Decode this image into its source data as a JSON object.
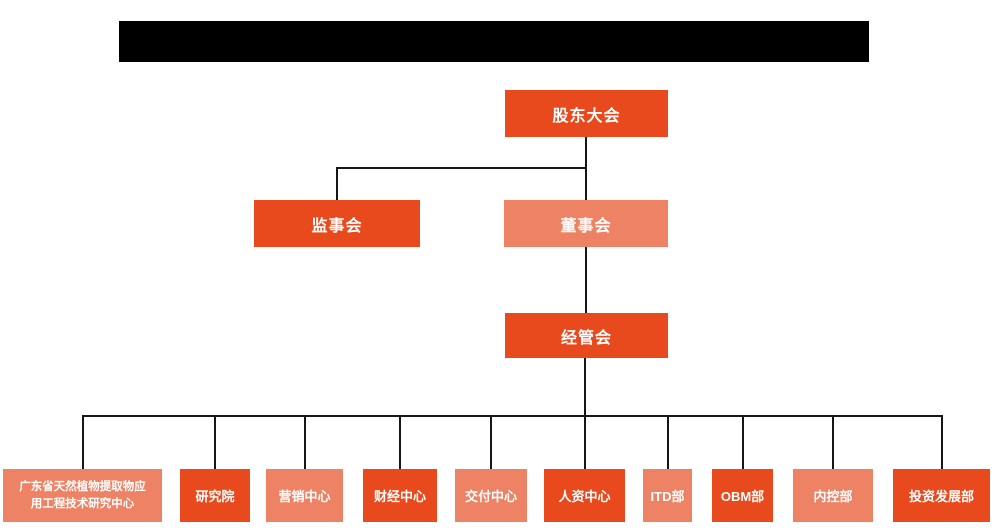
{
  "meta": {
    "type": "org-chart",
    "title_redacted": true
  },
  "colors": {
    "primary_box": "#e84a1d",
    "secondary_box": "#ee8265",
    "connector_line": "#161616",
    "box_text": "#ffffff",
    "redaction": "#000000",
    "background": "#ffffff"
  },
  "org_chart": {
    "root": {
      "label": "股东大会",
      "variant": "primary"
    },
    "level2": [
      {
        "label": "监事会",
        "variant": "primary"
      },
      {
        "label": "董事会",
        "variant": "secondary"
      }
    ],
    "level3": {
      "label": "经管会",
      "variant": "primary"
    },
    "departments": [
      {
        "label": "广东省天然植物提取物应\n用工程技术研究中心",
        "variant": "secondary"
      },
      {
        "label": "研究院",
        "variant": "primary"
      },
      {
        "label": "营销中心",
        "variant": "secondary"
      },
      {
        "label": "财经中心",
        "variant": "primary"
      },
      {
        "label": "交付中心",
        "variant": "secondary"
      },
      {
        "label": "人资中心",
        "variant": "primary"
      },
      {
        "label": "ITD部",
        "variant": "secondary"
      },
      {
        "label": "OBM部",
        "variant": "primary"
      },
      {
        "label": "内控部",
        "variant": "secondary"
      },
      {
        "label": "投资发展部",
        "variant": "primary"
      }
    ]
  }
}
